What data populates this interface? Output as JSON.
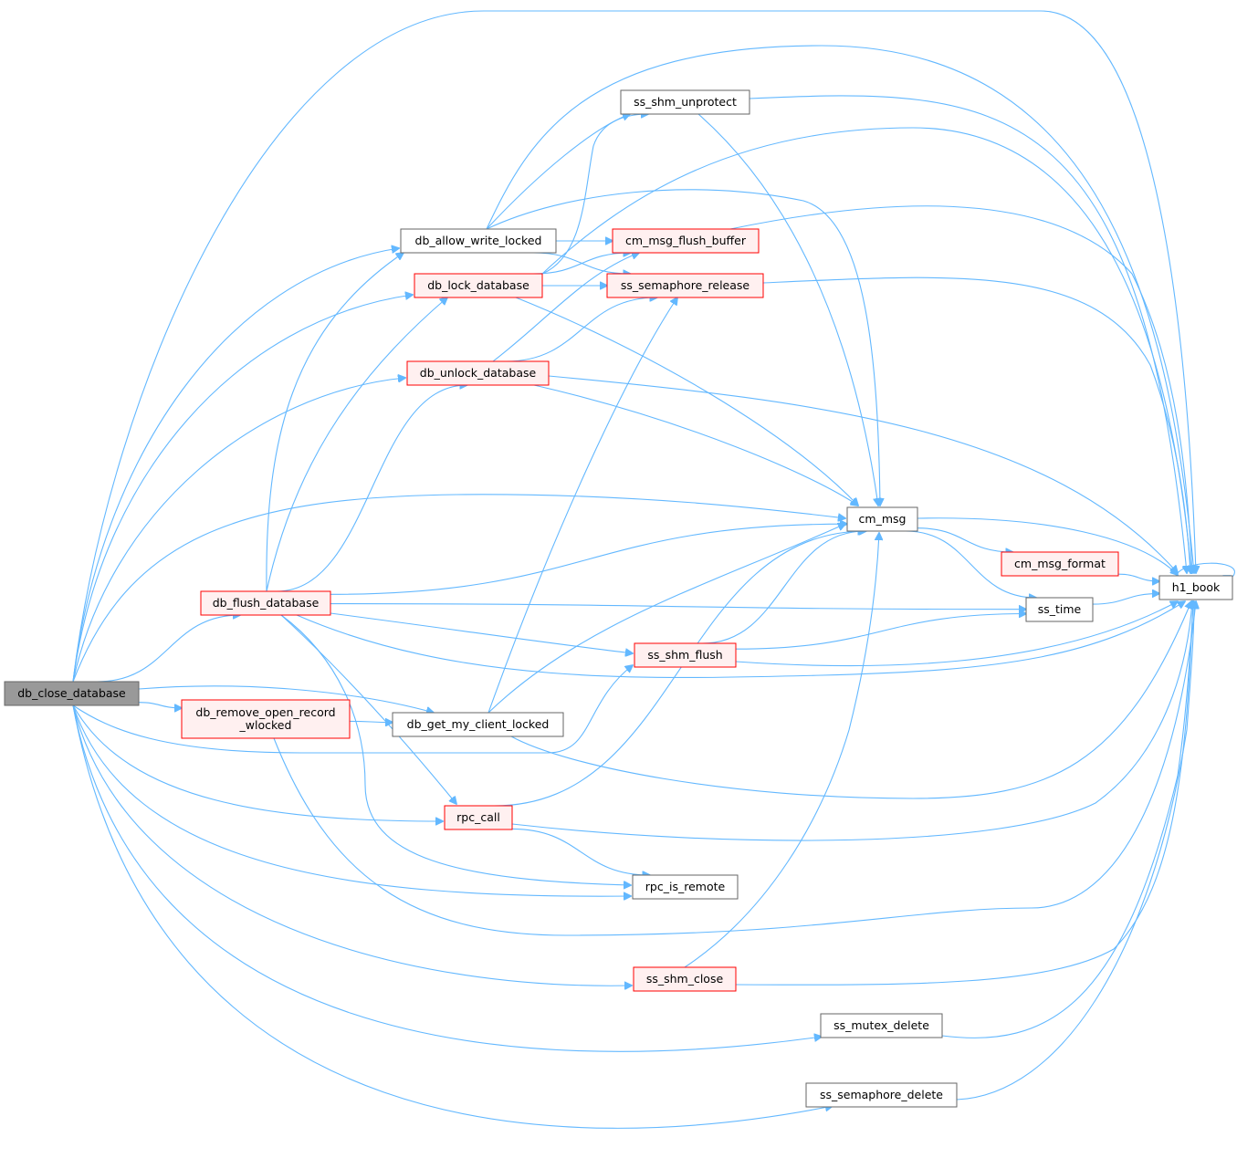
{
  "diagram": {
    "styles": {
      "root": {
        "fill": "#999999",
        "stroke": "#666666"
      },
      "incomplete": {
        "fill": "#fff0f0",
        "stroke": "#ff0000"
      },
      "plain": {
        "fill": "#ffffff",
        "stroke": "#666666"
      },
      "edge": "#63b8ff"
    },
    "nodes": [
      {
        "id": "db_close_database",
        "lines": [
          "db_close_database"
        ],
        "style": "root",
        "link": false
      },
      {
        "id": "db_allow_write_locked",
        "lines": [
          "db_allow_write_locked"
        ],
        "style": "plain",
        "link": true
      },
      {
        "id": "db_lock_database",
        "lines": [
          "db_lock_database"
        ],
        "style": "incomplete",
        "link": true
      },
      {
        "id": "db_unlock_database",
        "lines": [
          "db_unlock_database"
        ],
        "style": "incomplete",
        "link": true
      },
      {
        "id": "db_flush_database",
        "lines": [
          "db_flush_database"
        ],
        "style": "incomplete",
        "link": true
      },
      {
        "id": "db_remove_open_record_wlocked",
        "lines": [
          "db_remove_open_record",
          "_wlocked"
        ],
        "style": "incomplete",
        "link": true
      },
      {
        "id": "db_get_my_client_locked",
        "lines": [
          "db_get_my_client_locked"
        ],
        "style": "plain",
        "link": true
      },
      {
        "id": "rpc_call",
        "lines": [
          "rpc_call"
        ],
        "style": "incomplete",
        "link": true
      },
      {
        "id": "rpc_is_remote",
        "lines": [
          "rpc_is_remote"
        ],
        "style": "plain",
        "link": true
      },
      {
        "id": "ss_shm_unprotect",
        "lines": [
          "ss_shm_unprotect"
        ],
        "style": "plain",
        "link": true
      },
      {
        "id": "cm_msg_flush_buffer",
        "lines": [
          "cm_msg_flush_buffer"
        ],
        "style": "incomplete",
        "link": true
      },
      {
        "id": "ss_semaphore_release",
        "lines": [
          "ss_semaphore_release"
        ],
        "style": "incomplete",
        "link": true
      },
      {
        "id": "cm_msg",
        "lines": [
          "cm_msg"
        ],
        "style": "plain",
        "link": true
      },
      {
        "id": "cm_msg_format",
        "lines": [
          "cm_msg_format"
        ],
        "style": "incomplete",
        "link": true
      },
      {
        "id": "ss_time",
        "lines": [
          "ss_time"
        ],
        "style": "plain",
        "link": true
      },
      {
        "id": "ss_shm_flush",
        "lines": [
          "ss_shm_flush"
        ],
        "style": "incomplete",
        "link": true
      },
      {
        "id": "ss_shm_close",
        "lines": [
          "ss_shm_close"
        ],
        "style": "incomplete",
        "link": true
      },
      {
        "id": "ss_mutex_delete",
        "lines": [
          "ss_mutex_delete"
        ],
        "style": "plain",
        "link": true
      },
      {
        "id": "ss_semaphore_delete",
        "lines": [
          "ss_semaphore_delete"
        ],
        "style": "plain",
        "link": true
      },
      {
        "id": "h1_book",
        "lines": [
          "h1_book"
        ],
        "style": "plain",
        "link": true
      }
    ],
    "edges": [
      {
        "from": "db_close_database",
        "to": "h1_book"
      },
      {
        "from": "db_close_database",
        "to": "db_allow_write_locked"
      },
      {
        "from": "db_close_database",
        "to": "db_lock_database"
      },
      {
        "from": "db_close_database",
        "to": "db_unlock_database"
      },
      {
        "from": "db_close_database",
        "to": "cm_msg"
      },
      {
        "from": "db_close_database",
        "to": "db_flush_database"
      },
      {
        "from": "db_close_database",
        "to": "db_get_my_client_locked"
      },
      {
        "from": "db_close_database",
        "to": "db_remove_open_record_wlocked"
      },
      {
        "from": "db_close_database",
        "to": "ss_shm_flush"
      },
      {
        "from": "db_close_database",
        "to": "rpc_call"
      },
      {
        "from": "db_close_database",
        "to": "rpc_is_remote"
      },
      {
        "from": "db_close_database",
        "to": "ss_shm_close"
      },
      {
        "from": "db_close_database",
        "to": "ss_mutex_delete"
      },
      {
        "from": "db_close_database",
        "to": "ss_semaphore_delete"
      },
      {
        "from": "db_allow_write_locked",
        "to": "ss_shm_unprotect"
      },
      {
        "from": "db_allow_write_locked",
        "to": "h1_book"
      },
      {
        "from": "db_allow_write_locked",
        "to": "cm_msg"
      },
      {
        "from": "db_allow_write_locked",
        "to": "cm_msg_flush_buffer"
      },
      {
        "from": "db_allow_write_locked",
        "to": "ss_semaphore_release"
      },
      {
        "from": "db_lock_database",
        "to": "ss_shm_unprotect"
      },
      {
        "from": "db_lock_database",
        "to": "cm_msg_flush_buffer"
      },
      {
        "from": "db_lock_database",
        "to": "ss_semaphore_release"
      },
      {
        "from": "db_lock_database",
        "to": "cm_msg"
      },
      {
        "from": "db_lock_database",
        "to": "h1_book"
      },
      {
        "from": "db_unlock_database",
        "to": "cm_msg_flush_buffer"
      },
      {
        "from": "db_unlock_database",
        "to": "ss_semaphore_release"
      },
      {
        "from": "db_unlock_database",
        "to": "cm_msg"
      },
      {
        "from": "db_unlock_database",
        "to": "h1_book"
      },
      {
        "from": "db_flush_database",
        "to": "db_allow_write_locked"
      },
      {
        "from": "db_flush_database",
        "to": "db_lock_database"
      },
      {
        "from": "db_flush_database",
        "to": "db_unlock_database"
      },
      {
        "from": "db_flush_database",
        "to": "cm_msg"
      },
      {
        "from": "db_flush_database",
        "to": "ss_time"
      },
      {
        "from": "db_flush_database",
        "to": "ss_shm_flush"
      },
      {
        "from": "db_flush_database",
        "to": "h1_book"
      },
      {
        "from": "db_flush_database",
        "to": "rpc_call"
      },
      {
        "from": "db_flush_database",
        "to": "rpc_is_remote"
      },
      {
        "from": "db_remove_open_record_wlocked",
        "to": "db_get_my_client_locked"
      },
      {
        "from": "db_remove_open_record_wlocked",
        "to": "h1_book"
      },
      {
        "from": "db_get_my_client_locked",
        "to": "ss_semaphore_release"
      },
      {
        "from": "db_get_my_client_locked",
        "to": "cm_msg"
      },
      {
        "from": "db_get_my_client_locked",
        "to": "h1_book"
      },
      {
        "from": "rpc_call",
        "to": "cm_msg"
      },
      {
        "from": "rpc_call",
        "to": "h1_book"
      },
      {
        "from": "rpc_call",
        "to": "rpc_is_remote"
      },
      {
        "from": "ss_shm_unprotect",
        "to": "h1_book"
      },
      {
        "from": "ss_shm_unprotect",
        "to": "cm_msg"
      },
      {
        "from": "cm_msg_flush_buffer",
        "to": "h1_book"
      },
      {
        "from": "ss_semaphore_release",
        "to": "h1_book"
      },
      {
        "from": "cm_msg",
        "to": "h1_book"
      },
      {
        "from": "cm_msg",
        "to": "cm_msg_format"
      },
      {
        "from": "cm_msg",
        "to": "ss_time"
      },
      {
        "from": "cm_msg_format",
        "to": "h1_book"
      },
      {
        "from": "ss_time",
        "to": "h1_book"
      },
      {
        "from": "ss_shm_flush",
        "to": "cm_msg"
      },
      {
        "from": "ss_shm_flush",
        "to": "ss_time"
      },
      {
        "from": "ss_shm_flush",
        "to": "h1_book"
      },
      {
        "from": "ss_shm_close",
        "to": "cm_msg"
      },
      {
        "from": "ss_shm_close",
        "to": "h1_book"
      },
      {
        "from": "ss_mutex_delete",
        "to": "h1_book"
      },
      {
        "from": "ss_semaphore_delete",
        "to": "h1_book"
      },
      {
        "from": "h1_book",
        "to": "h1_book"
      }
    ]
  }
}
